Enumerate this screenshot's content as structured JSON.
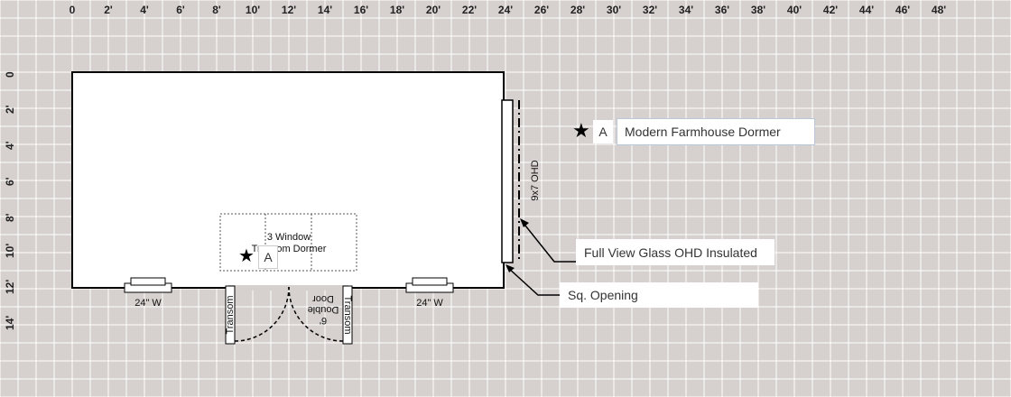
{
  "ruler": {
    "top_labels": [
      "0",
      "2'",
      "4'",
      "6'",
      "8'",
      "10'",
      "12'",
      "14'",
      "16'",
      "18'",
      "20'",
      "22'",
      "24'",
      "26'",
      "28'",
      "30'",
      "32'",
      "34'",
      "36'",
      "38'",
      "40'",
      "42'",
      "44'",
      "46'",
      "48'"
    ],
    "left_labels": [
      "0",
      "2'",
      "4'",
      "6'",
      "8'",
      "10'",
      "12'",
      "14'"
    ]
  },
  "legend": {
    "marker_letter": "A",
    "dormer_label": "Modern Farmhouse Dormer"
  },
  "callouts": {
    "ohd_label": "Full View Glass OHD Insulated",
    "opening_label": "Sq. Opening"
  },
  "floorplan": {
    "ohd_size": "9x7 OHD",
    "window_left": "24\" W",
    "window_right": "24\" W",
    "dormer_line1": "3 Window",
    "dormer_line2": "Transom Dormer",
    "dormer_marker": "A",
    "transom_left": "Transom",
    "transom_right": "Transom",
    "door_line1": "6'",
    "door_line2": "Double",
    "door_line3": "Door"
  },
  "colors": {
    "background": "#d6d0ce",
    "grid_line": "#ffffff",
    "wall": "#000000"
  }
}
